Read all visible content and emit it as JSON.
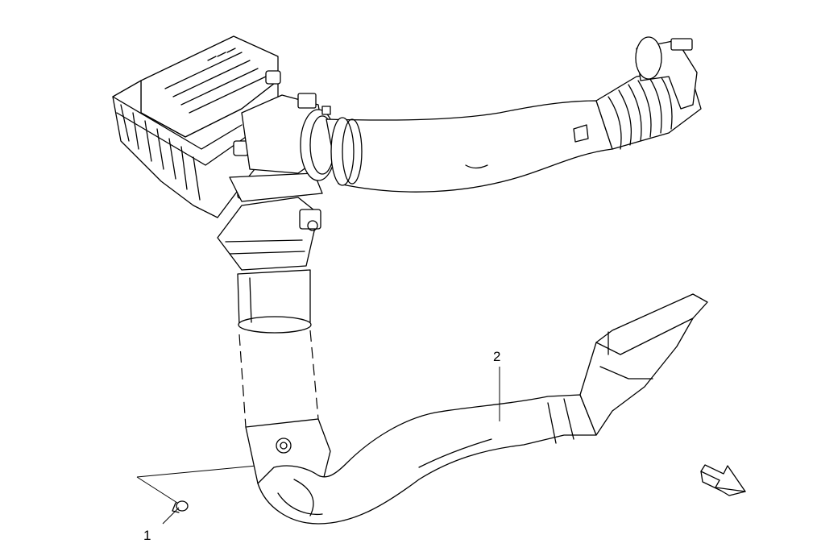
{
  "callouts": [
    {
      "id": "1",
      "label": "1"
    },
    {
      "id": "2",
      "label": "2"
    }
  ],
  "icons": {
    "front_direction": "direction-arrow-icon"
  },
  "colors": {
    "line": "#000000",
    "background": "#ffffff"
  }
}
